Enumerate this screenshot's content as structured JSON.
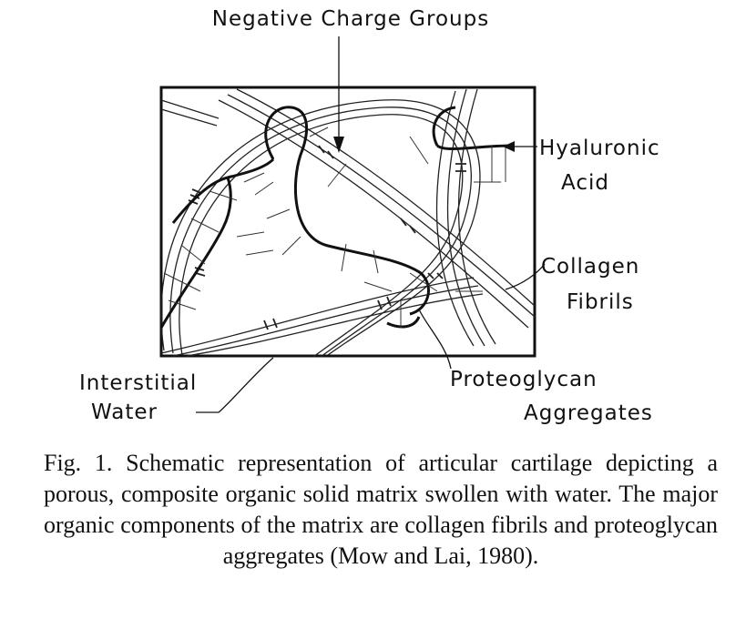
{
  "labels": {
    "negative_charge": "Negative Charge Groups",
    "hyaluronic_line1": "Hyaluronic",
    "hyaluronic_line2": "Acid",
    "collagen_line1": "Collagen",
    "collagen_line2": "Fibrils",
    "interstitial_line1": "Interstitial",
    "interstitial_line2": "Water",
    "proteoglycan_line1": "Proteoglycan",
    "proteoglycan_line2": "Aggregates"
  },
  "caption": "Fig. 1. Schematic representation of articular cartilage depicting a porous, composite organic solid matrix swollen with water. The major organic components of the matrix are collagen fibrils and proteoglycan aggregates (Mow and Lai, 1980)."
}
